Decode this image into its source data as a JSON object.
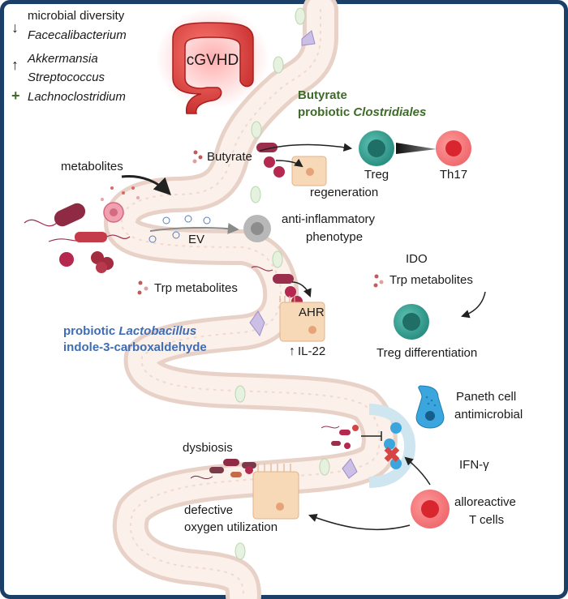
{
  "legend": {
    "line1": "microbial diversity",
    "line2": "Facecalibacterium",
    "line3": "Akkermansia",
    "line4": "Streptococcus",
    "line5": "Lachnoclostridium",
    "down_symbol": "↓",
    "up_symbol": "↑",
    "plus_symbol": "+"
  },
  "colon": {
    "label": "cGVHD"
  },
  "butyrate_section": {
    "line1": "Butyrate",
    "line2_prefix": "probiotic ",
    "line2_italic": "Clostridiales"
  },
  "labels": {
    "butyrate": "Butyrate",
    "treg": "Treg",
    "th17": "Th17",
    "regeneration": "regeneration",
    "metabolites": "metabolites",
    "ev": "EV",
    "anti_inflammatory_1": "anti-inflammatory",
    "anti_inflammatory_2": "phenotype",
    "ido": "IDO",
    "trp_metabolites_left": "Trp metabolites",
    "trp_metabolites_right": "Trp metabolites",
    "ahr": "AHR",
    "il22": "IL-22",
    "il22_arrow": "↑",
    "treg_differentiation": "Treg differentiation",
    "lacto_prefix": "probiotic ",
    "lacto_italic": "Lactobacillus",
    "indole": "indole-3-carboxaldehyde",
    "paneth_1": "Paneth cell",
    "paneth_2": "antimicrobial",
    "dysbiosis": "dysbiosis",
    "ifn": "IFN-γ",
    "alloreactive_1": "alloreactive",
    "alloreactive_2": "T cells",
    "defective_1": "defective",
    "defective_2": "oxygen utilization"
  },
  "colors": {
    "frame": "#1b3f66",
    "green_heading": "#3f6b2a",
    "blue_heading": "#3f6db3",
    "gut_fill": "#f8e9e2",
    "cGVHD_red": "#d64545",
    "treg_teal": "#2f9a8c",
    "th17_red": "#e34b55"
  }
}
